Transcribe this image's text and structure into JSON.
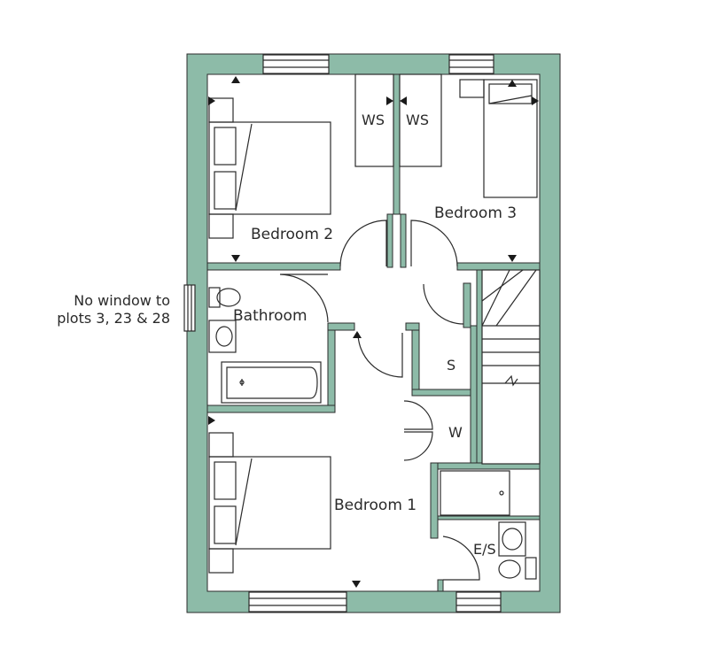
{
  "colors": {
    "wall": "#8dbba8",
    "line": "#2b2b2b",
    "background": "#ffffff"
  },
  "rooms": {
    "bedroom_1": "Bedroom 1",
    "bedroom_2": "Bedroom 2",
    "bedroom_3": "Bedroom 3",
    "bathroom": "Bathroom",
    "ensuite": "E/S"
  },
  "storage": {
    "wardrobe_left": "WS",
    "wardrobe_right": "WS",
    "store": "S",
    "wardrobe": "W"
  },
  "note": {
    "line1": "No window to",
    "line2": "plots 3, 23 & 28"
  }
}
